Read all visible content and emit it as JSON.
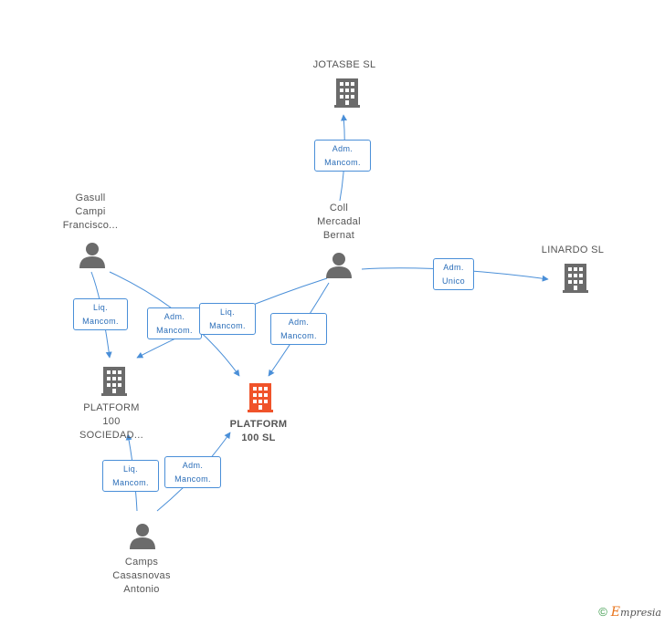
{
  "nodes": {
    "jotasbe": {
      "name_lines": [
        "JOTASBE SL"
      ]
    },
    "coll": {
      "name_lines": [
        "Coll",
        "Mercadal",
        "Bernat"
      ]
    },
    "gasull": {
      "name_lines": [
        "Gasull",
        "Campi",
        "Francisco..."
      ]
    },
    "linardo": {
      "name_lines": [
        "LINARDO SL"
      ]
    },
    "platform_sociedad": {
      "name_lines": [
        "PLATFORM",
        "100",
        "SOCIEDAD..."
      ]
    },
    "platform_main": {
      "name_lines": [
        "PLATFORM",
        "100 SL"
      ]
    },
    "camps": {
      "name_lines": [
        "Camps",
        "Casasnovas",
        "Antonio"
      ]
    }
  },
  "edges": {
    "coll_jotasbe": {
      "line1": "Adm.",
      "line2": "Mancom."
    },
    "coll_linardo": {
      "line1": "Adm.",
      "line2": "Unico"
    },
    "gasull_sociedad": {
      "line1": "Liq.",
      "line2": "Mancom."
    },
    "gasull_main": {
      "line1": "Adm.",
      "line2": "Mancom."
    },
    "coll_sociedad": {
      "line1": "Liq.",
      "line2": "Mancom."
    },
    "coll_main": {
      "line1": "Adm.",
      "line2": "Mancom."
    },
    "camps_sociedad": {
      "line1": "Liq.",
      "line2": "Mancom."
    },
    "camps_main": {
      "line1": "Adm.",
      "line2": "Mancom."
    }
  },
  "colors": {
    "edge": "#4a8fd8",
    "icon_gray": "#6b6b6b",
    "icon_main": "#f0532a"
  },
  "icons": {
    "company": "building-icon",
    "person": "person-icon"
  },
  "footer": {
    "copyright": "©",
    "brand_initial": "E",
    "brand_rest": "mpresia"
  }
}
